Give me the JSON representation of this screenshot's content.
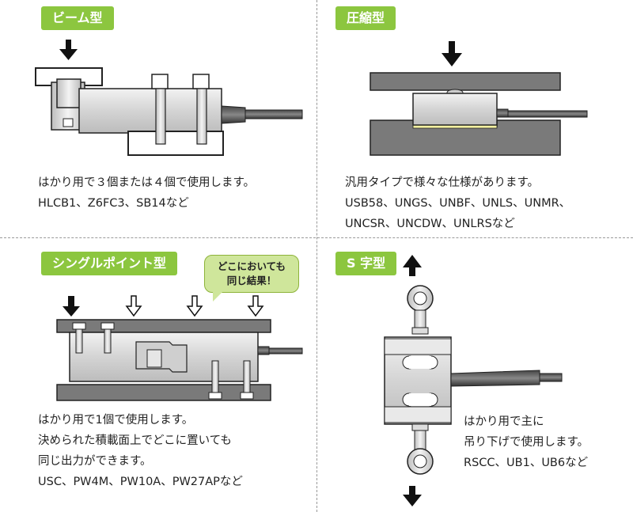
{
  "colors": {
    "badge": "#8cc63f",
    "bubble": "#cfe69b",
    "steel": "#d9d9d9",
    "plate": "#777777"
  },
  "panels": {
    "beam": {
      "title": "ビーム型",
      "lines": [
        "はかり用で３個または４個で使用します。",
        "HLCB1、Z6FC3、SB14など"
      ]
    },
    "compression": {
      "title": "圧縮型",
      "lines": [
        "汎用タイプで様々な仕様があります。",
        "USB58、UNGS、UNBF、UNLS、UNMR、",
        "UNCSR、UNCDW、UNLRSなど"
      ]
    },
    "single_point": {
      "title": "シングルポイント型",
      "bubble": [
        "どこにおいても",
        "同じ結果！"
      ],
      "lines": [
        "はかり用で1個で使用します。",
        "決められた積載面上でどこに置いても",
        "同じ出力ができます。",
        "USC、PW4M、PW10A、PW27APなど"
      ]
    },
    "s_type": {
      "title": "S 字型",
      "lines": [
        "はかり用で主に",
        "吊り下げで使用します。",
        "RSCC、UB1、UB6など"
      ]
    }
  },
  "icons": [
    "arrow-down-icon",
    "arrow-up-icon",
    "outline-arrow-down-icon"
  ]
}
